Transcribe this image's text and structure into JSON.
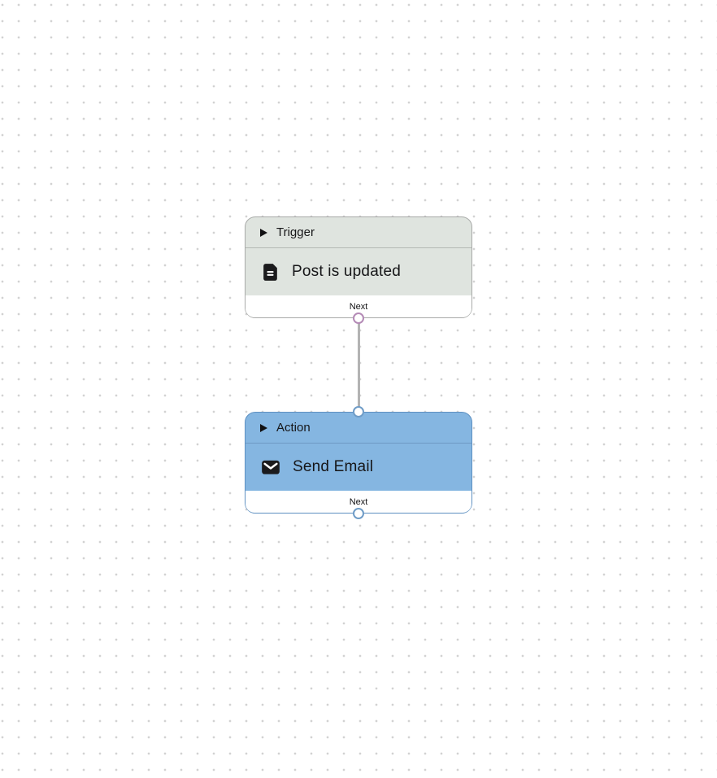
{
  "canvas": {
    "background_color": "#ffffff",
    "dot_color": "#d2d2d2"
  },
  "nodes": [
    {
      "type_label": "Trigger",
      "title": "Post is updated",
      "footer_label": "Next",
      "icon": "document-icon",
      "colors": {
        "background": "#dfe4df",
        "border": "#a8aaa8",
        "divider": "#b5b9b5",
        "port_border": "#b48ab6"
      }
    },
    {
      "type_label": "Action",
      "title": "Send Email",
      "footer_label": "Next",
      "icon": "mail-icon",
      "colors": {
        "background": "#85b6e1",
        "border": "#5e90c1",
        "divider": "#6e99c4",
        "port_border": "#6f9cc7"
      }
    }
  ],
  "connection": {
    "color": "#b3b3b3"
  }
}
